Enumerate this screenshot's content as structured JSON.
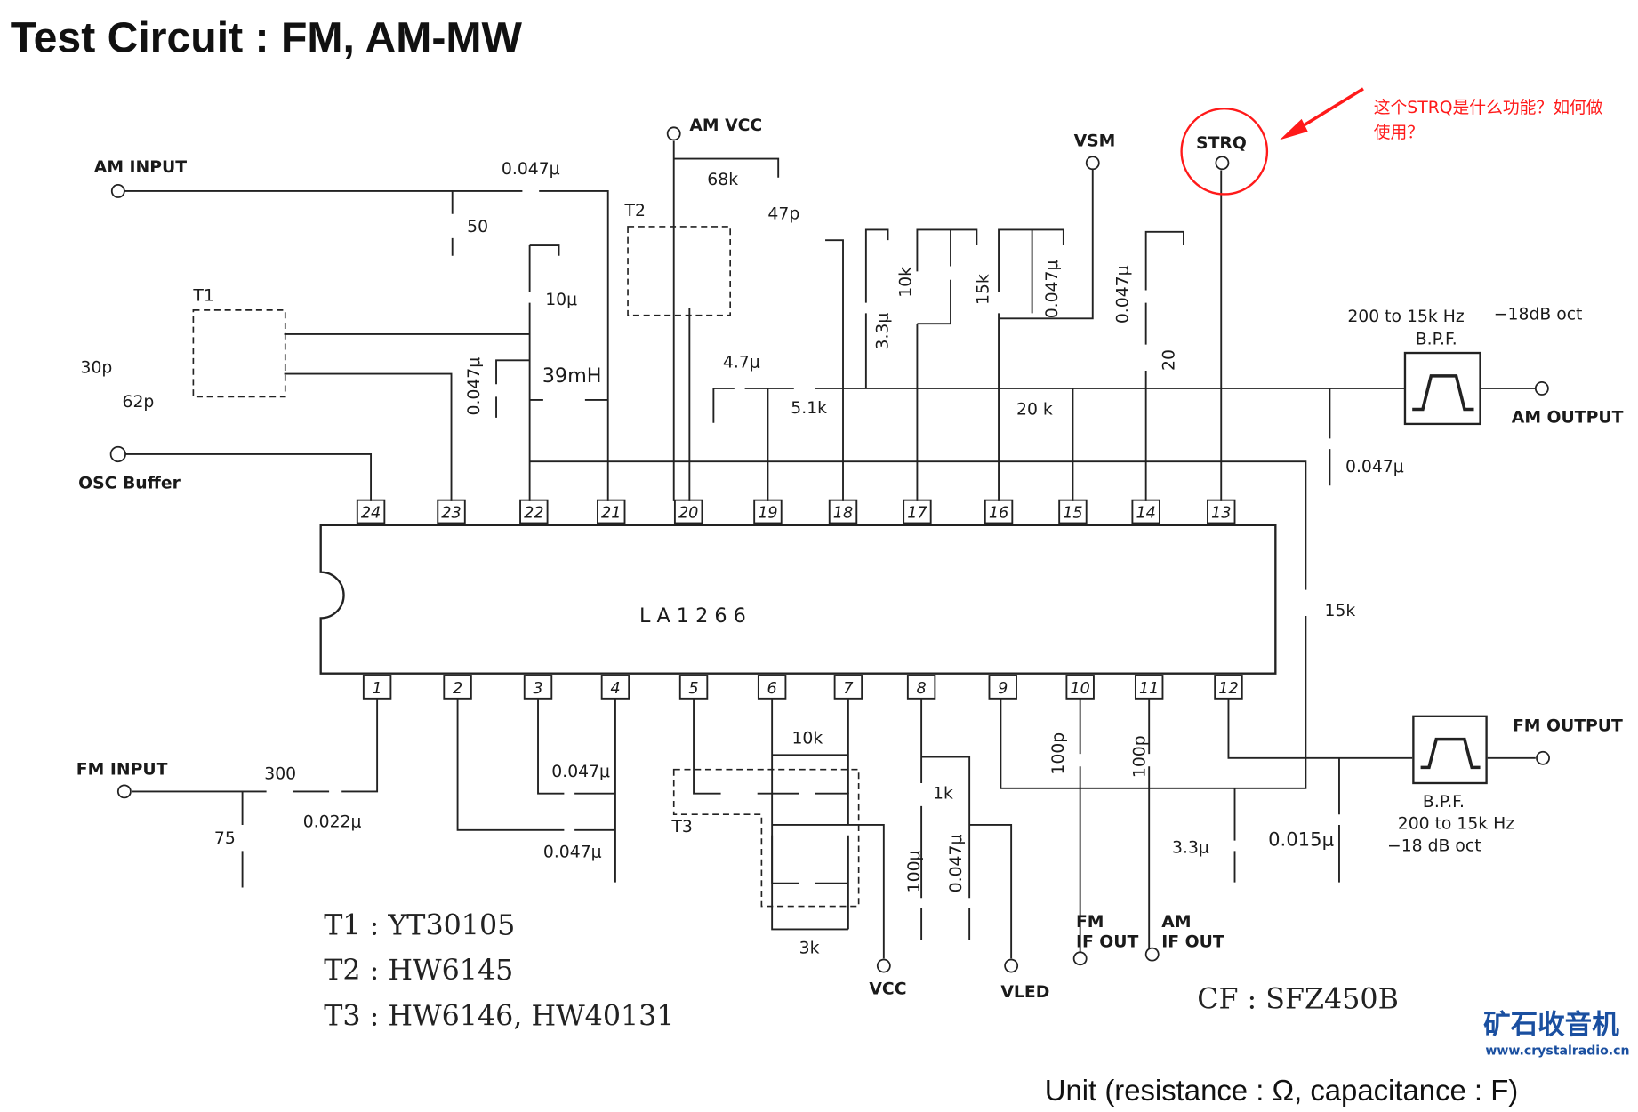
{
  "title": "Test  Circuit : FM, AM-MW",
  "ic": {
    "name": "L A   1 2 6 6",
    "top_pins": [
      "24",
      "23",
      "22",
      "21",
      "20",
      "19",
      "18",
      "17",
      "16",
      "15",
      "14",
      "13"
    ],
    "bottom_pins": [
      "1",
      "2",
      "3",
      "4",
      "5",
      "6",
      "7",
      "8",
      "9",
      "10",
      "11",
      "12"
    ]
  },
  "labels": {
    "am_input": "AM INPUT",
    "cap_am_in": "0.047μ",
    "r50": "50",
    "t1": "T1",
    "c30p": "30p",
    "c62p": "62p",
    "c10u": "10μ",
    "c047_23": "0.047μ",
    "l39mh": "39mH",
    "osc_buffer": "OSC  Buffer",
    "am_vcc": "AM VCC",
    "r68k": "68k",
    "t2": "T2",
    "c47p": "47p",
    "vsm": "VSM",
    "strq": "STRQ",
    "c47u": "4.7μ",
    "r51k": "5.1k",
    "c33u": "3.3μ",
    "r10k_17": "10k",
    "r15k_16": "15k",
    "c047_16": "0.047μ",
    "c047_14": "0.047μ",
    "r20": "20",
    "r20k": "20 k",
    "bpf_am_range": "200 to 15k Hz",
    "bpf_am_slope": "−18dB  oct",
    "bpf_am": "B.P.F.",
    "am_output": "AM OUTPUT",
    "c047_am_out": "0.047μ",
    "r15k_side": "15k",
    "fm_input": "FM INPUT",
    "r300": "300",
    "c022u": "0.022μ",
    "r75": "75",
    "c047_3": "0.047μ",
    "c047_4": "0.047μ",
    "t3": "T3",
    "r10k_67": "10k",
    "r3k": "3k",
    "r1k": "1k",
    "c100u": "100μ",
    "c047_8": "0.047μ",
    "vcc": "VCC",
    "vled": "VLED",
    "c100p_10": "100p",
    "c100p_11": "100p",
    "fm_if_out": [
      "FM",
      "IF OUT"
    ],
    "am_if_out": [
      "AM",
      "IF OUT"
    ],
    "c33u_b": "3.3μ",
    "c0015u": "0.015μ",
    "fm_output": "FM  OUTPUT",
    "bpf_fm": "B.P.F.",
    "bpf_fm_range": "200  to 15k Hz",
    "bpf_fm_slope": "−18 dB   oct"
  },
  "parts": [
    "T1 : YT30105",
    "T2 : HW6145",
    "T3 : HW6146, HW40131"
  ],
  "cf": "CF : SFZ450B",
  "unit": "Unit (resistance : Ω,  capacitance : F)",
  "annotation": {
    "line1": "这个STRQ是什么功能？如何做",
    "line2": "使用？",
    "color": "#ff1a1a"
  },
  "watermark": {
    "cn": "矿石收音机",
    "url": "www.crystalradio.cn",
    "color": "#1a4fa0"
  }
}
